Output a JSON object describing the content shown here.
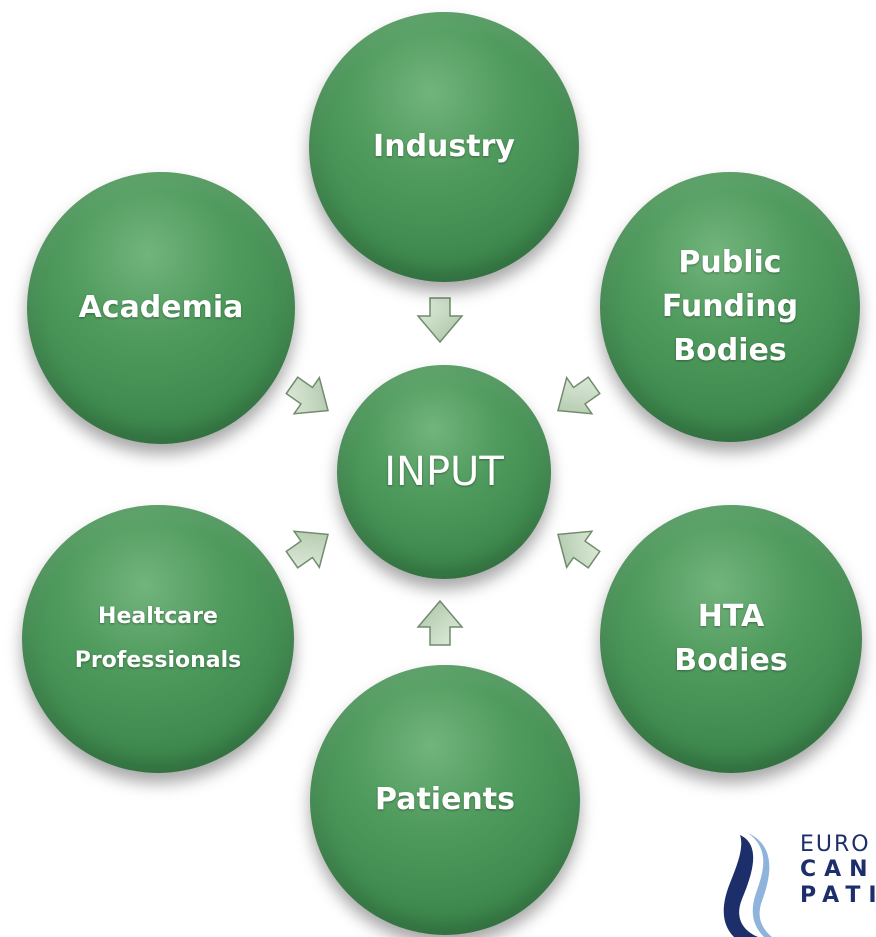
{
  "diagram": {
    "center": {
      "label": "INPUT"
    },
    "nodes": [
      {
        "id": "industry",
        "label_lines": [
          "Industry"
        ]
      },
      {
        "id": "public-funding",
        "label_lines": [
          "Public",
          "Funding",
          "Bodies"
        ]
      },
      {
        "id": "hta",
        "label_lines": [
          "HTA",
          "Bodies"
        ]
      },
      {
        "id": "patients",
        "label_lines": [
          "Patients"
        ]
      },
      {
        "id": "healthcare",
        "label_lines": [
          "Healtcare",
          "Professionals"
        ]
      },
      {
        "id": "academia",
        "label_lines": [
          "Academia"
        ]
      }
    ]
  },
  "logo": {
    "line1": "EURO",
    "line2": "CAN",
    "line3": "PATI"
  },
  "colors": {
    "node_green": "#4f9a5d",
    "arrow_fill": "#c9d9c4",
    "logo_blue": "#1d2f6b"
  }
}
